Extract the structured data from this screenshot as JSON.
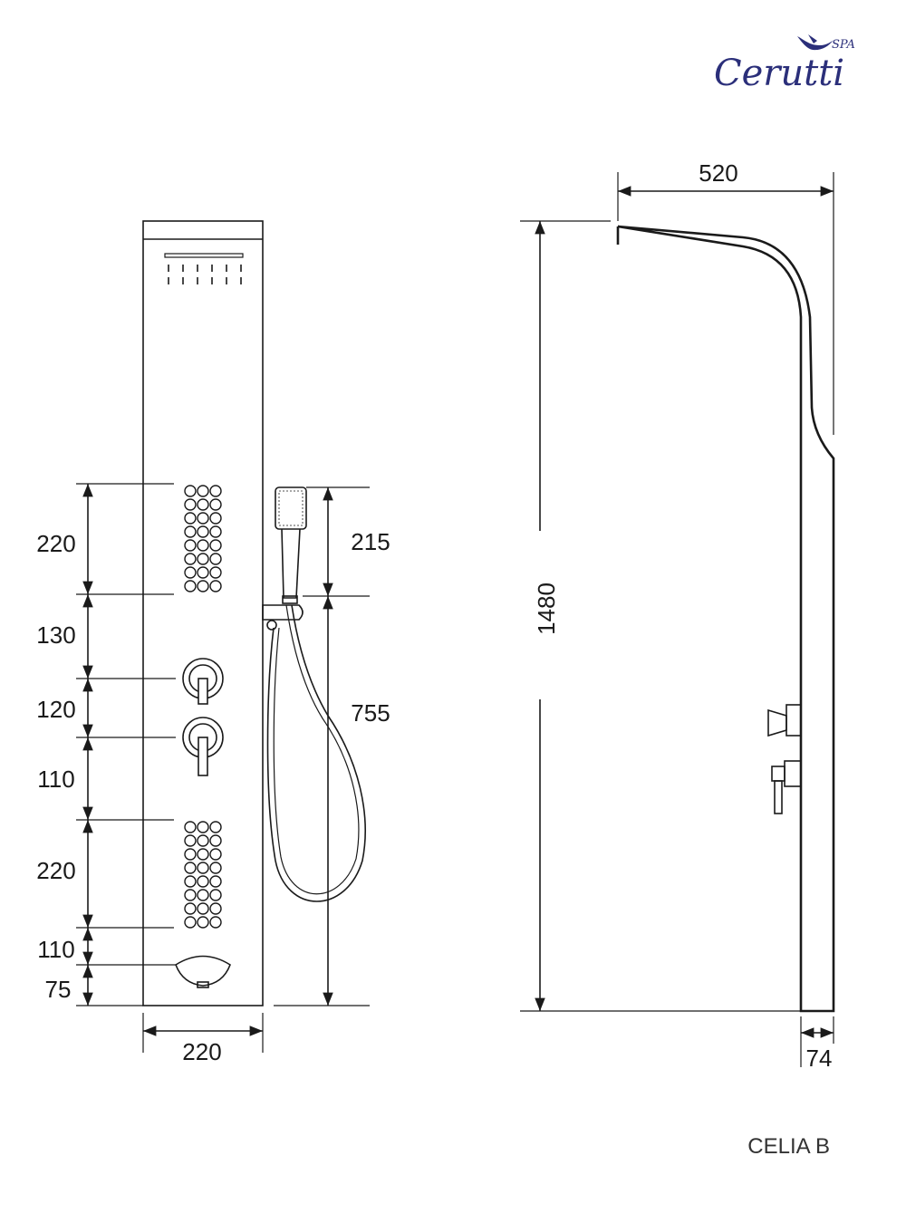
{
  "brand": {
    "name": "Cerutti",
    "suffix": "SPA",
    "color": "#2b2f7a"
  },
  "model": "CELIA B",
  "front_view": {
    "width": "220",
    "vertical_dims": [
      "220",
      "130",
      "120",
      "110",
      "220",
      "110",
      "75"
    ],
    "hand_shower_height": "215",
    "holder_height": "755"
  },
  "side_view": {
    "height": "1480",
    "depth": "520",
    "base_width": "74"
  },
  "colors": {
    "line": "#1a1a1a",
    "background": "#ffffff"
  }
}
